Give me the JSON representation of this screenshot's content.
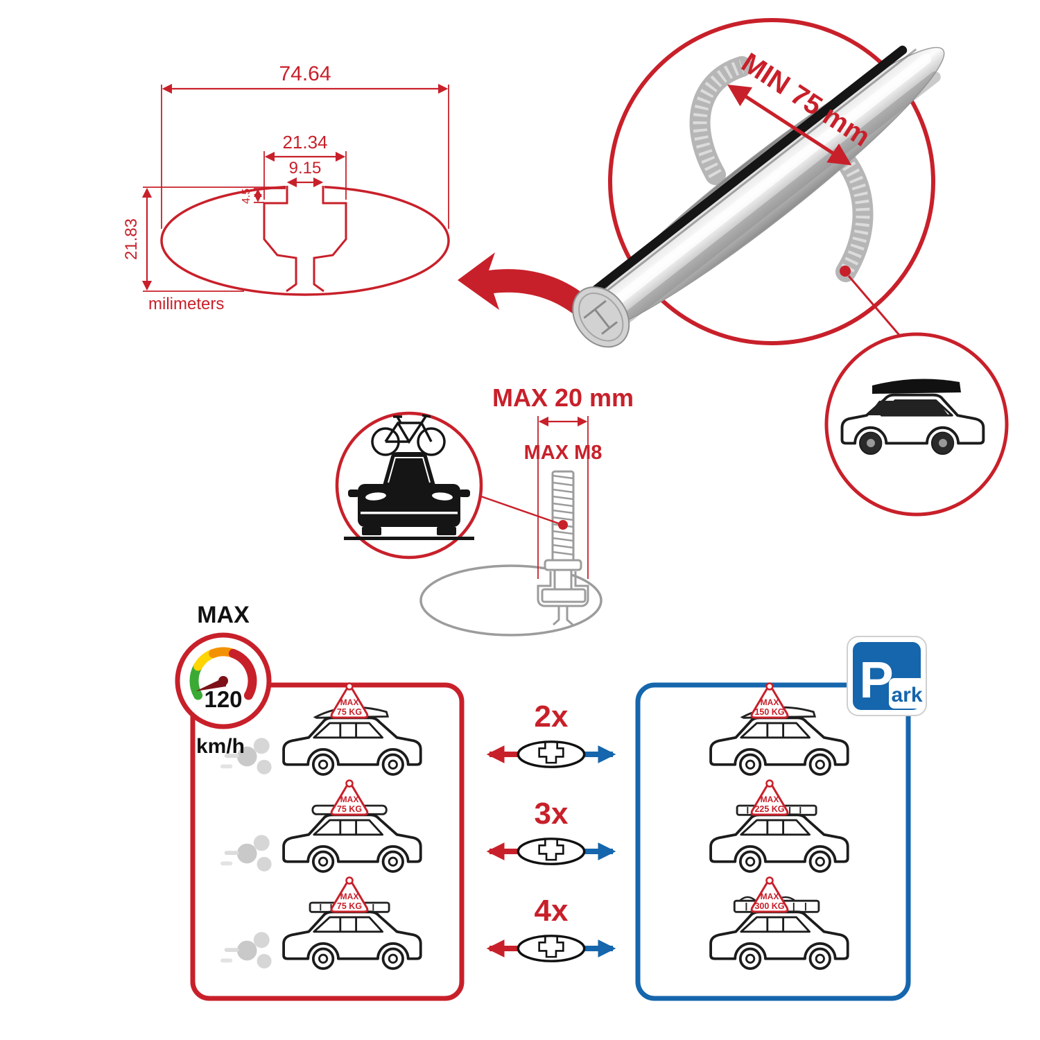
{
  "colors": {
    "accent_red": "#c8202a",
    "accent_blue": "#1566ac",
    "metal_gray": "#b6b6b6",
    "ink": "#1c1c1c"
  },
  "cross_section": {
    "overall_width": "74.64",
    "ledge_width": "21.34",
    "slot_width": "9.15",
    "lip_depth": "4.5",
    "height": "21.83",
    "units": "milimeters"
  },
  "crossbar": {
    "min_clearance": "MIN 75 mm"
  },
  "bolt": {
    "max_depth": "MAX 20 mm",
    "max_thread": "MAX M8"
  },
  "speed_limit": {
    "label": "MAX",
    "value": "120",
    "units": "km/h"
  },
  "park_sign": {
    "initial": "P",
    "rest": "ark"
  },
  "driving_loads": [
    {
      "label": "MAX",
      "value": "75 KG"
    },
    {
      "label": "MAX",
      "value": "75 KG"
    },
    {
      "label": "MAX",
      "value": "75 KG"
    }
  ],
  "parked_loads": [
    {
      "label": "MAX",
      "value": "150 KG"
    },
    {
      "label": "MAX",
      "value": "225 KG"
    },
    {
      "label": "MAX",
      "value": "300 KG"
    }
  ],
  "bar_counts": [
    "2x",
    "3x",
    "4x"
  ]
}
